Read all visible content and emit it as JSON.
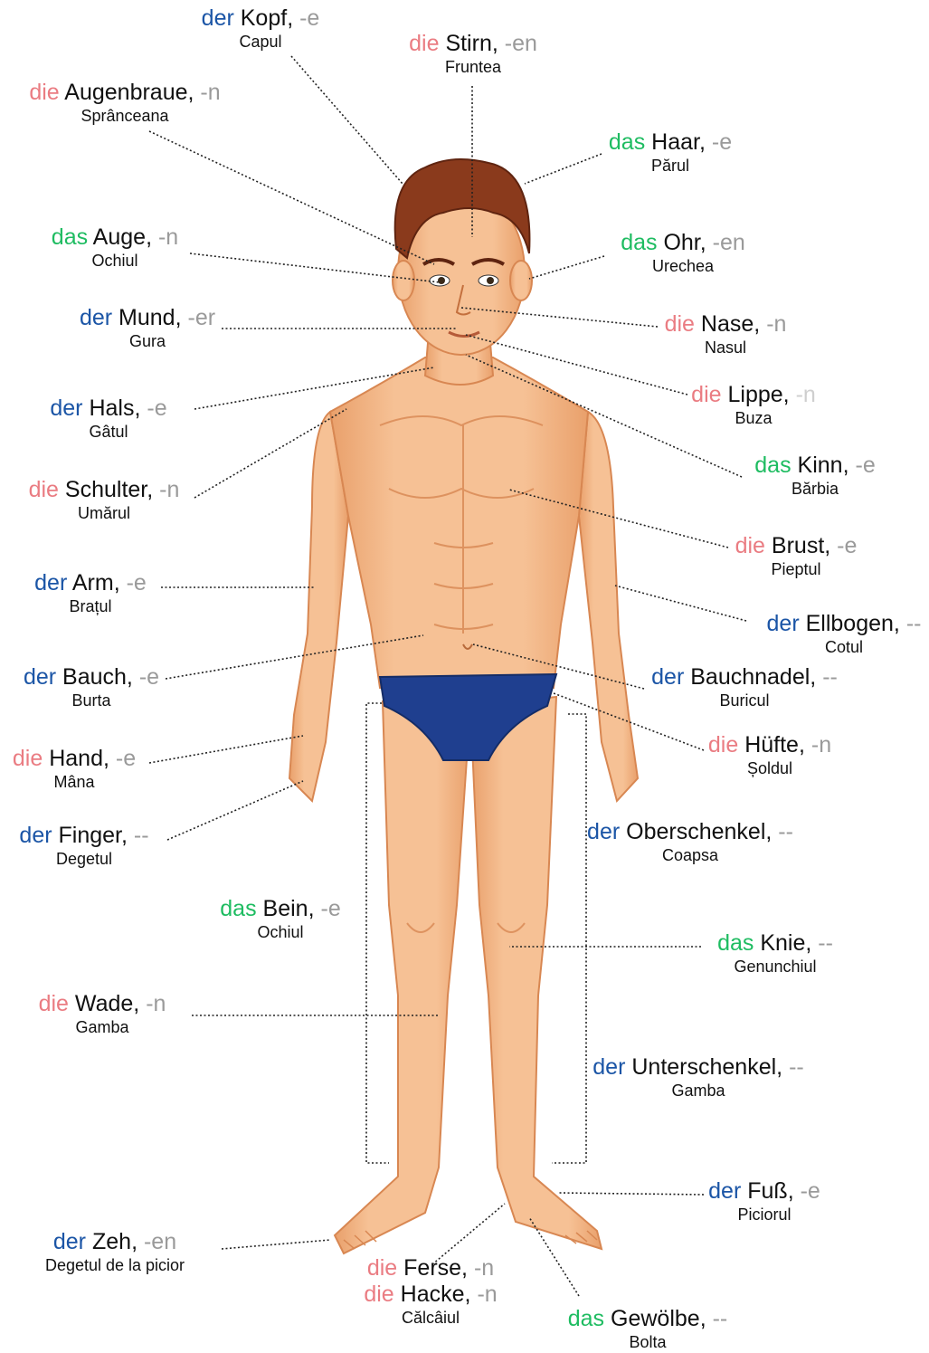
{
  "colors": {
    "der": "#1b55a6",
    "die": "#ea7c82",
    "das": "#1ebc61",
    "plural": "#9a9a9a",
    "skin": "#f4b98a",
    "skin_shade": "#e2955e",
    "hair": "#8a3a1c",
    "briefs": "#1f3f8f"
  },
  "labels": [
    {
      "id": "kopf",
      "article": "der",
      "noun": "Kopf",
      "plural": "-e",
      "translation": "Capul"
    },
    {
      "id": "stirn",
      "article": "die",
      "noun": "Stirn",
      "plural": "-en",
      "translation": "Fruntea"
    },
    {
      "id": "augenbraue",
      "article": "die",
      "noun": "Augenbraue",
      "plural": "-n",
      "translation": "Sprânceana"
    },
    {
      "id": "haar",
      "article": "das",
      "noun": "Haar",
      "plural": "-e",
      "translation": "Părul"
    },
    {
      "id": "auge",
      "article": "das",
      "noun": "Auge",
      "plural": "-n",
      "translation": "Ochiul"
    },
    {
      "id": "ohr",
      "article": "das",
      "noun": "Ohr",
      "plural": "-en",
      "translation": "Urechea"
    },
    {
      "id": "mund",
      "article": "der",
      "noun": "Mund",
      "plural": "-er",
      "translation": "Gura"
    },
    {
      "id": "nase",
      "article": "die",
      "noun": "Nase",
      "plural": "-n",
      "translation": "Nasul"
    },
    {
      "id": "lippe",
      "article": "die",
      "noun": "Lippe",
      "plural": "-n",
      "translation": "Buza"
    },
    {
      "id": "hals",
      "article": "der",
      "noun": "Hals",
      "plural": "-e",
      "translation": "Gâtul"
    },
    {
      "id": "kinn",
      "article": "das",
      "noun": "Kinn",
      "plural": "-e",
      "translation": "Bărbia"
    },
    {
      "id": "schulter",
      "article": "die",
      "noun": "Schulter",
      "plural": "-n",
      "translation": "Umărul"
    },
    {
      "id": "brust",
      "article": "die",
      "noun": "Brust",
      "plural": "-e",
      "translation": "Pieptul"
    },
    {
      "id": "arm",
      "article": "der",
      "noun": "Arm",
      "plural": "-e",
      "translation": "Brațul"
    },
    {
      "id": "ellbogen",
      "article": "der",
      "noun": "Ellbogen",
      "plural": "--",
      "translation": "Cotul"
    },
    {
      "id": "bauch",
      "article": "der",
      "noun": "Bauch",
      "plural": "-e",
      "translation": "Burta"
    },
    {
      "id": "bauchnadel",
      "article": "der",
      "noun": "Bauchnadel",
      "plural": "--",
      "translation": "Buricul"
    },
    {
      "id": "hand",
      "article": "die",
      "noun": "Hand",
      "plural": "-e",
      "translation": "Mâna"
    },
    {
      "id": "huefte",
      "article": "die",
      "noun": "Hüfte",
      "plural": "-n",
      "translation": "Șoldul"
    },
    {
      "id": "finger",
      "article": "der",
      "noun": "Finger",
      "plural": "--",
      "translation": "Degetul"
    },
    {
      "id": "oberschenkel",
      "article": "der",
      "noun": "Oberschenkel",
      "plural": "--",
      "translation": "Coapsa"
    },
    {
      "id": "bein",
      "article": "das",
      "noun": "Bein",
      "plural": "-e",
      "translation": "Ochiul"
    },
    {
      "id": "knie",
      "article": "das",
      "noun": "Knie",
      "plural": "--",
      "translation": "Genunchiul"
    },
    {
      "id": "wade",
      "article": "die",
      "noun": "Wade",
      "plural": "-n",
      "translation": "Gamba"
    },
    {
      "id": "unterschenkel",
      "article": "der",
      "noun": "Unterschenkel",
      "plural": "--",
      "translation": "Gamba"
    },
    {
      "id": "fuss",
      "article": "der",
      "noun": "Fuß",
      "plural": "-e",
      "translation": "Piciorul"
    },
    {
      "id": "zeh",
      "article": "der",
      "noun": "Zeh",
      "plural": "-en",
      "translation": "Degetul de la picior"
    },
    {
      "id": "ferse",
      "article": "die",
      "noun": "Ferse",
      "plural": "-n",
      "translation": ""
    },
    {
      "id": "hacke",
      "article": "die",
      "noun": "Hacke",
      "plural": "-n",
      "translation": "Călcâiul"
    },
    {
      "id": "gewoelbe",
      "article": "das",
      "noun": "Gewölbe",
      "plural": "--",
      "translation": "Bolta"
    }
  ]
}
